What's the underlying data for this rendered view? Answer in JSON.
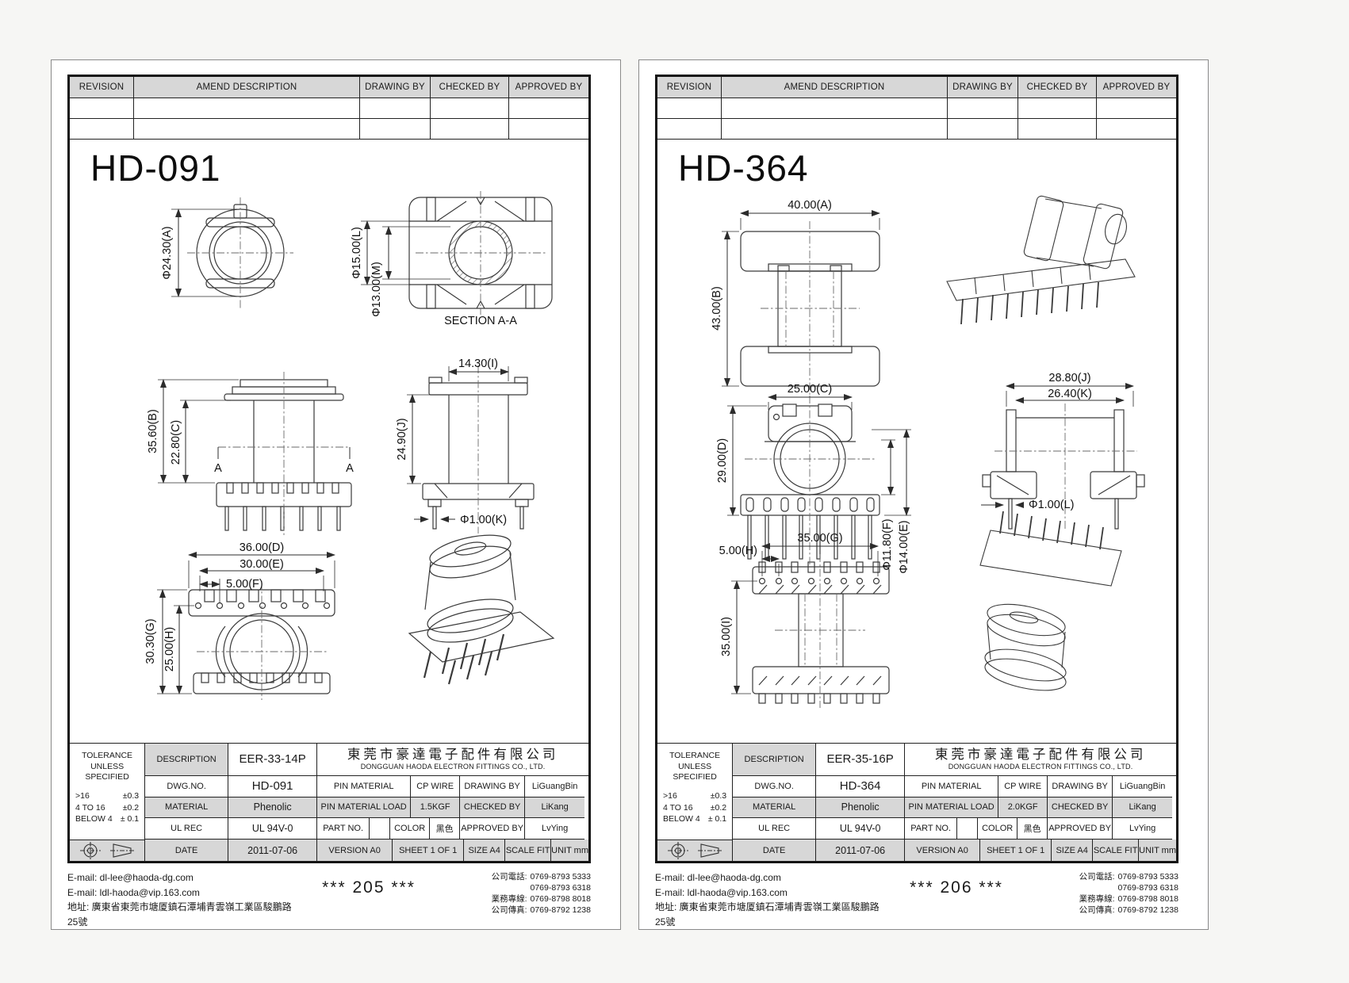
{
  "pages": [
    {
      "title": "HD-091",
      "revision": {
        "headers": [
          "REVISION",
          "AMEND DESCRIPTION",
          "DRAWING BY",
          "CHECKED BY",
          "APPROVED BY"
        ]
      },
      "dims": {
        "dia_a": "Φ24.30(A)",
        "dia_l": "Φ15.00(L)",
        "dia_m": "Φ13.00(M)",
        "section": "SECTION A-A",
        "b": "35.60(B)",
        "c": "22.80(C)",
        "i": "14.30(I)",
        "j": "24.90(J)",
        "k": "Φ1.00(K)",
        "d": "36.00(D)",
        "e": "30.00(E)",
        "f": "5.00(F)",
        "g": "30.30(G)",
        "h": "25.00(H)",
        "marker": "A"
      },
      "spec": {
        "tolerance": {
          "title1": "TOLERANCE",
          "title2": "UNLESS",
          "title3": "SPECIFIED",
          "rows": [
            {
              "range": ">16",
              "tol": "±0.3"
            },
            {
              "range": "4 TO 16",
              "tol": "±0.2"
            },
            {
              "range": "BELOW 4",
              "tol": "± 0.1"
            }
          ]
        },
        "description_label": "DESCRIPTION",
        "description": "EER-33-14P",
        "company_cn": "東莞市豪達電子配件有限公司",
        "company_en": "DONGGUAN HAODA ELECTRON FITTINGS CO., LTD.",
        "dwg_label": "DWG.NO.",
        "dwg_no": "HD-091",
        "pin_material_label": "PIN MATERIAL",
        "pin_material": "CP WIRE",
        "drawing_by_label": "DRAWING BY",
        "drawing_by": "LiGuangBin",
        "material_label": "MATERIAL",
        "material": "Phenolic",
        "pin_load_label": "PIN MATERIAL LOAD",
        "pin_load": "1.5KGF",
        "checked_by_label": "CHECKED BY",
        "checked_by": "LiKang",
        "ul_label": "UL REC",
        "ul": "UL 94V-0",
        "part_no_label": "PART NO.",
        "part_no": "",
        "color_label": "COLOR",
        "color": "黑色",
        "approved_by_label": "APPROVED BY",
        "approved_by": "LvYing",
        "date_label": "DATE",
        "date": "2011-07-06",
        "version": "VERSION A0",
        "sheet": "SHEET 1 OF 1",
        "size": "SIZE A4",
        "scale": "SCALE FIT",
        "unit": "UNIT mm"
      },
      "footer": {
        "email1": "E-mail: dl-lee@haoda-dg.com",
        "email2": "E-mail: ldl-haoda@vip.163.com",
        "address": "地址: 廣東省東莞市塘厦鎮石潭埔青雲嶺工業區駿鵬路25號",
        "page_number": "*** 205 ***",
        "phones": [
          {
            "label": "公司電話:",
            "value": "0769-8793 5333"
          },
          {
            "label": "",
            "value": "0769-8793 6318"
          },
          {
            "label": "業務專線:",
            "value": "0769-8798 8018"
          },
          {
            "label": "公司傳真:",
            "value": "0769-8792 1238"
          }
        ]
      }
    },
    {
      "title": "HD-364",
      "revision": {
        "headers": [
          "REVISION",
          "AMEND DESCRIPTION",
          "DRAWING BY",
          "CHECKED BY",
          "APPROVED BY"
        ]
      },
      "dims": {
        "a": "40.00(A)",
        "b": "43.00(B)",
        "c": "25.00(C)",
        "d": "29.00(D)",
        "dia_e": "Φ14.00(E)",
        "dia_f": "Φ11.80(F)",
        "g": "35.00(G)",
        "h": "5.00(H)",
        "i": "35.00(I)",
        "j": "28.80(J)",
        "k": "26.40(K)",
        "dia_l": "Φ1.00(L)"
      },
      "spec": {
        "tolerance": {
          "title1": "TOLERANCE",
          "title2": "UNLESS",
          "title3": "SPECIFIED",
          "rows": [
            {
              "range": ">16",
              "tol": "±0.3"
            },
            {
              "range": "4 TO 16",
              "tol": "±0.2"
            },
            {
              "range": "BELOW 4",
              "tol": "± 0.1"
            }
          ]
        },
        "description_label": "DESCRIPTION",
        "description": "EER-35-16P",
        "company_cn": "東莞市豪達電子配件有限公司",
        "company_en": "DONGGUAN HAODA ELECTRON FITTINGS CO., LTD.",
        "dwg_label": "DWG.NO.",
        "dwg_no": "HD-364",
        "pin_material_label": "PIN MATERIAL",
        "pin_material": "CP WIRE",
        "drawing_by_label": "DRAWING BY",
        "drawing_by": "LiGuangBin",
        "material_label": "MATERIAL",
        "material": "Phenolic",
        "pin_load_label": "PIN MATERIAL LOAD",
        "pin_load": "2.0KGF",
        "checked_by_label": "CHECKED BY",
        "checked_by": "LiKang",
        "ul_label": "UL REC",
        "ul": "UL 94V-0",
        "part_no_label": "PART NO.",
        "part_no": "",
        "color_label": "COLOR",
        "color": "黑色",
        "approved_by_label": "APPROVED BY",
        "approved_by": "LvYing",
        "date_label": "DATE",
        "date": "2011-07-06",
        "version": "VERSION A0",
        "sheet": "SHEET 1 OF 1",
        "size": "SIZE A4",
        "scale": "SCALE FIT",
        "unit": "UNIT mm"
      },
      "footer": {
        "email1": "E-mail: dl-lee@haoda-dg.com",
        "email2": "E-mail: ldl-haoda@vip.163.com",
        "address": "地址: 廣東省東莞市塘厦鎮石潭埔青雲嶺工業區駿鵬路25號",
        "page_number": "*** 206 ***",
        "phones": [
          {
            "label": "公司電話:",
            "value": "0769-8793 5333"
          },
          {
            "label": "",
            "value": "0769-8793 6318"
          },
          {
            "label": "業務專線:",
            "value": "0769-8798 8018"
          },
          {
            "label": "公司傳真:",
            "value": "0769-8792 1238"
          }
        ]
      }
    }
  ]
}
